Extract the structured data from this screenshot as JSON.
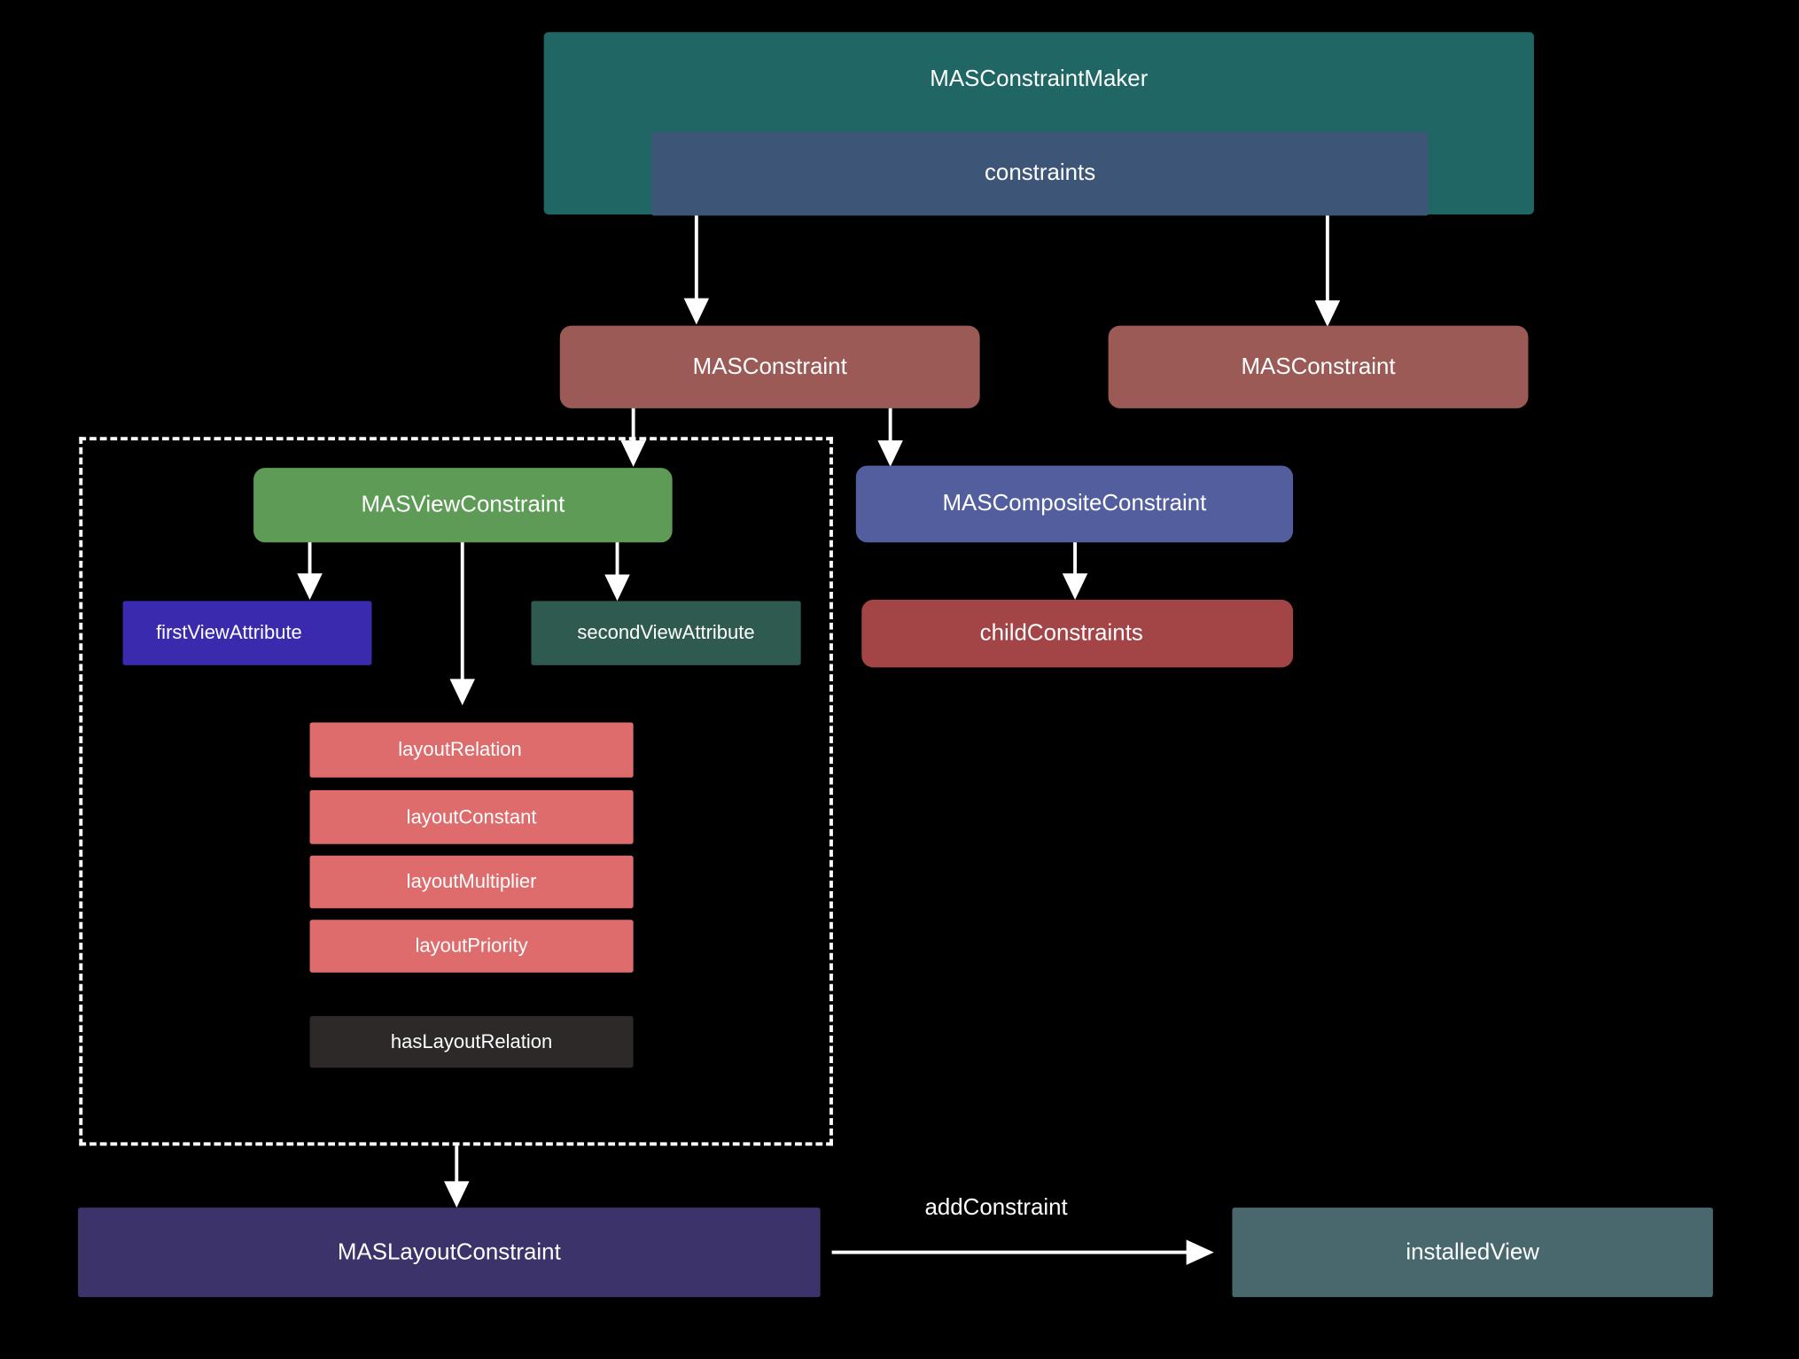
{
  "nodes": {
    "maker": {
      "label": "MASConstraintMaker",
      "color": "#1f6665"
    },
    "constraints": {
      "label": "constraints",
      "color": "#3d5678"
    },
    "constraint_left": {
      "label": "MASConstraint",
      "color": "#9c5a56"
    },
    "constraint_right": {
      "label": "MASConstraint",
      "color": "#9c5a56"
    },
    "view_constraint": {
      "label": "MASViewConstraint",
      "color": "#5e9b57"
    },
    "composite_constraint": {
      "label": "MASCompositeConstraint",
      "color": "#535e9e"
    },
    "first_view_attribute": {
      "label": "firstViewAttribute",
      "color": "#3a2bae"
    },
    "second_view_attribute": {
      "label": "secondViewAttribute",
      "color": "#2f5a4f"
    },
    "child_constraints": {
      "label": "childConstraints",
      "color": "#a34446"
    },
    "layout_relation": {
      "label": "layoutRelation",
      "color": "#df6c6c"
    },
    "layout_constant": {
      "label": "layoutConstant",
      "color": "#df6c6c"
    },
    "layout_multiplier": {
      "label": "layoutMultiplier",
      "color": "#df6c6c"
    },
    "layout_priority": {
      "label": "layoutPriority",
      "color": "#df6c6c"
    },
    "has_layout_relation": {
      "label": "hasLayoutRelation",
      "color": "#2d2929"
    },
    "layout_constraint": {
      "label": "MASLayoutConstraint",
      "color": "#3d336b"
    },
    "installed_view": {
      "label": "installedView",
      "color": "#48686e"
    }
  },
  "edges": {
    "add_constraint_label": "addConstraint"
  }
}
